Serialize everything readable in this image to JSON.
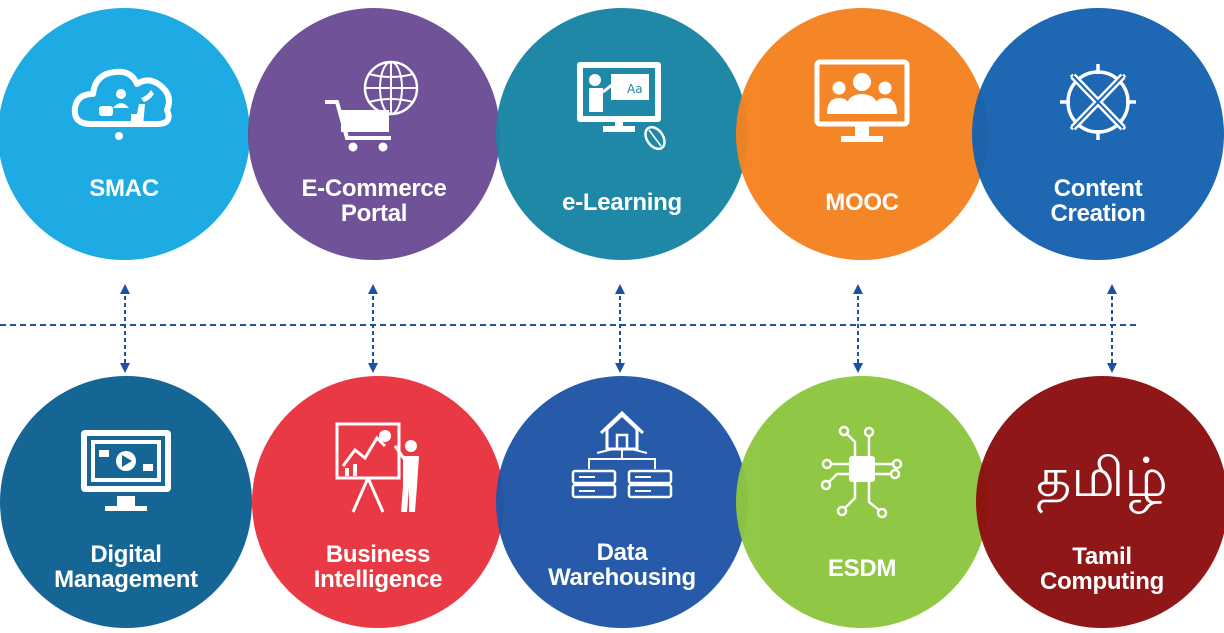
{
  "top_row": [
    {
      "key": "smac",
      "lines": [
        "SMAC"
      ],
      "color": "#15a8e2",
      "icon": "cloud-social-icon"
    },
    {
      "key": "ecommerce",
      "lines": [
        "E-Commerce",
        "Portal"
      ],
      "color": "#6a4c93",
      "icon": "shopping-cart-globe-icon"
    },
    {
      "key": "elearning",
      "lines": [
        "e-Learning"
      ],
      "color": "#1684a3",
      "icon": "monitor-teacher-icon"
    },
    {
      "key": "mooc",
      "lines": [
        "MOOC"
      ],
      "color": "#f58220",
      "icon": "monitor-group-icon"
    },
    {
      "key": "content",
      "lines": [
        "Content",
        "Creation"
      ],
      "color": "#1561b0",
      "icon": "gear-tools-icon"
    }
  ],
  "bottom_row": [
    {
      "key": "digital",
      "lines": [
        "Digital",
        "Management"
      ],
      "color": "#0d6091",
      "icon": "monitor-video-icon"
    },
    {
      "key": "business",
      "lines": [
        "Business",
        "Intelligence"
      ],
      "color": "#e8313d",
      "icon": "presentation-chart-icon"
    },
    {
      "key": "data",
      "lines": [
        "Data",
        "Warehousing"
      ],
      "color": "#1f55a6",
      "icon": "house-servers-icon"
    },
    {
      "key": "esdm",
      "lines": [
        "ESDM"
      ],
      "color": "#8cc63f",
      "icon": "chip-circuit-icon"
    },
    {
      "key": "tamil",
      "lines": [
        "Tamil",
        "Computing"
      ],
      "color": "#8b0e0e",
      "icon": "tamil-script-icon",
      "glyph": "தமிழ்"
    }
  ],
  "connector_color": "#1f4fa0"
}
